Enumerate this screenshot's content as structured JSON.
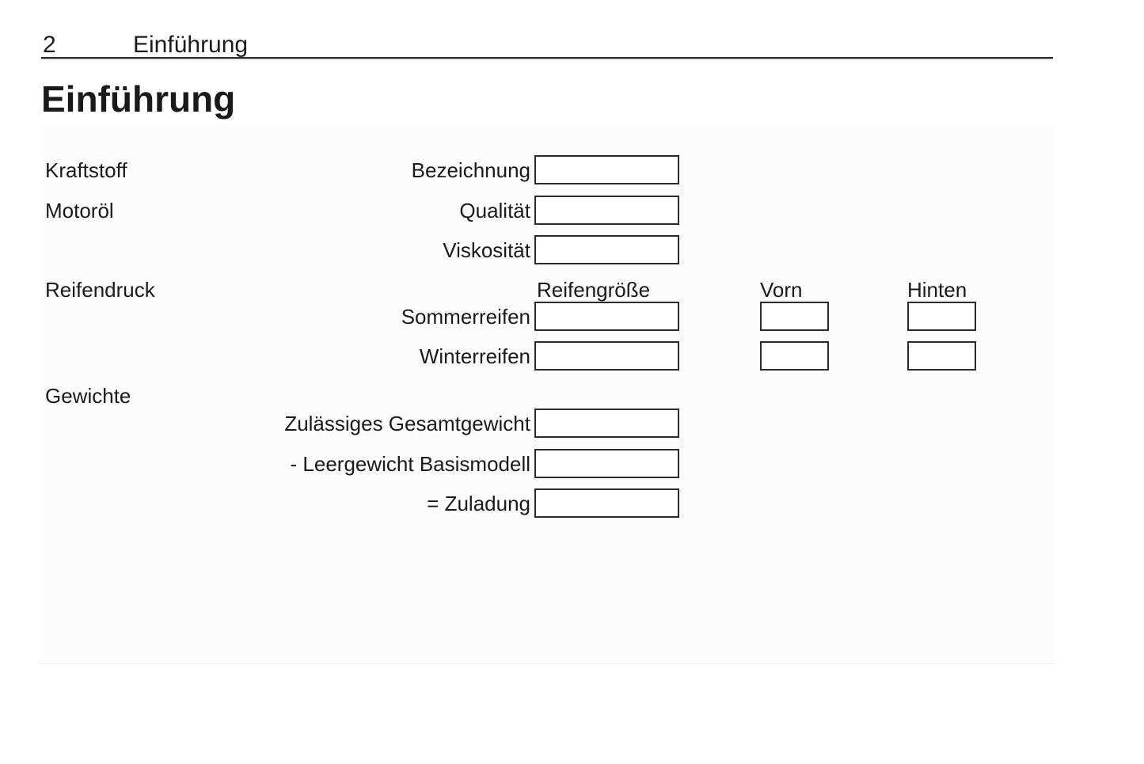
{
  "header": {
    "page_number": "2",
    "chapter_title": "Einführung"
  },
  "page_title": "Einführung",
  "form": {
    "section_labels": {
      "kraftstoff": "Kraftstoff",
      "motoroel": "Motoröl",
      "reifendruck": "Reifendruck",
      "gewichte": "Gewichte"
    },
    "column_headers": {
      "reifengroesse": "Reifengröße",
      "vorn": "Vorn",
      "hinten": "Hinten"
    },
    "fields": {
      "bezeichnung": {
        "label": "Bezeichnung",
        "value": ""
      },
      "qualitaet": {
        "label": "Qualität",
        "value": ""
      },
      "viskositaet": {
        "label": "Viskosität",
        "value": ""
      },
      "sommerreifen": {
        "label": "Sommerreifen",
        "reifengroesse_value": "",
        "vorn_value": "",
        "hinten_value": ""
      },
      "winterreifen": {
        "label": "Winterreifen",
        "reifengroesse_value": "",
        "vorn_value": "",
        "hinten_value": ""
      },
      "zulaessiges_gesamtgewicht": {
        "label": "Zulässiges Gesamtgewicht",
        "value": ""
      },
      "leergewicht_basismodell": {
        "label": "- Leergewicht Basismodell",
        "value": ""
      },
      "zuladung": {
        "label": "= Zuladung",
        "value": ""
      }
    }
  },
  "colors": {
    "text": "#1a1a1a",
    "box_border": "#2b2b2b",
    "header_rule": "#2a2a2a",
    "panel_background": "#fcfcfc",
    "page_background": "#ffffff"
  }
}
